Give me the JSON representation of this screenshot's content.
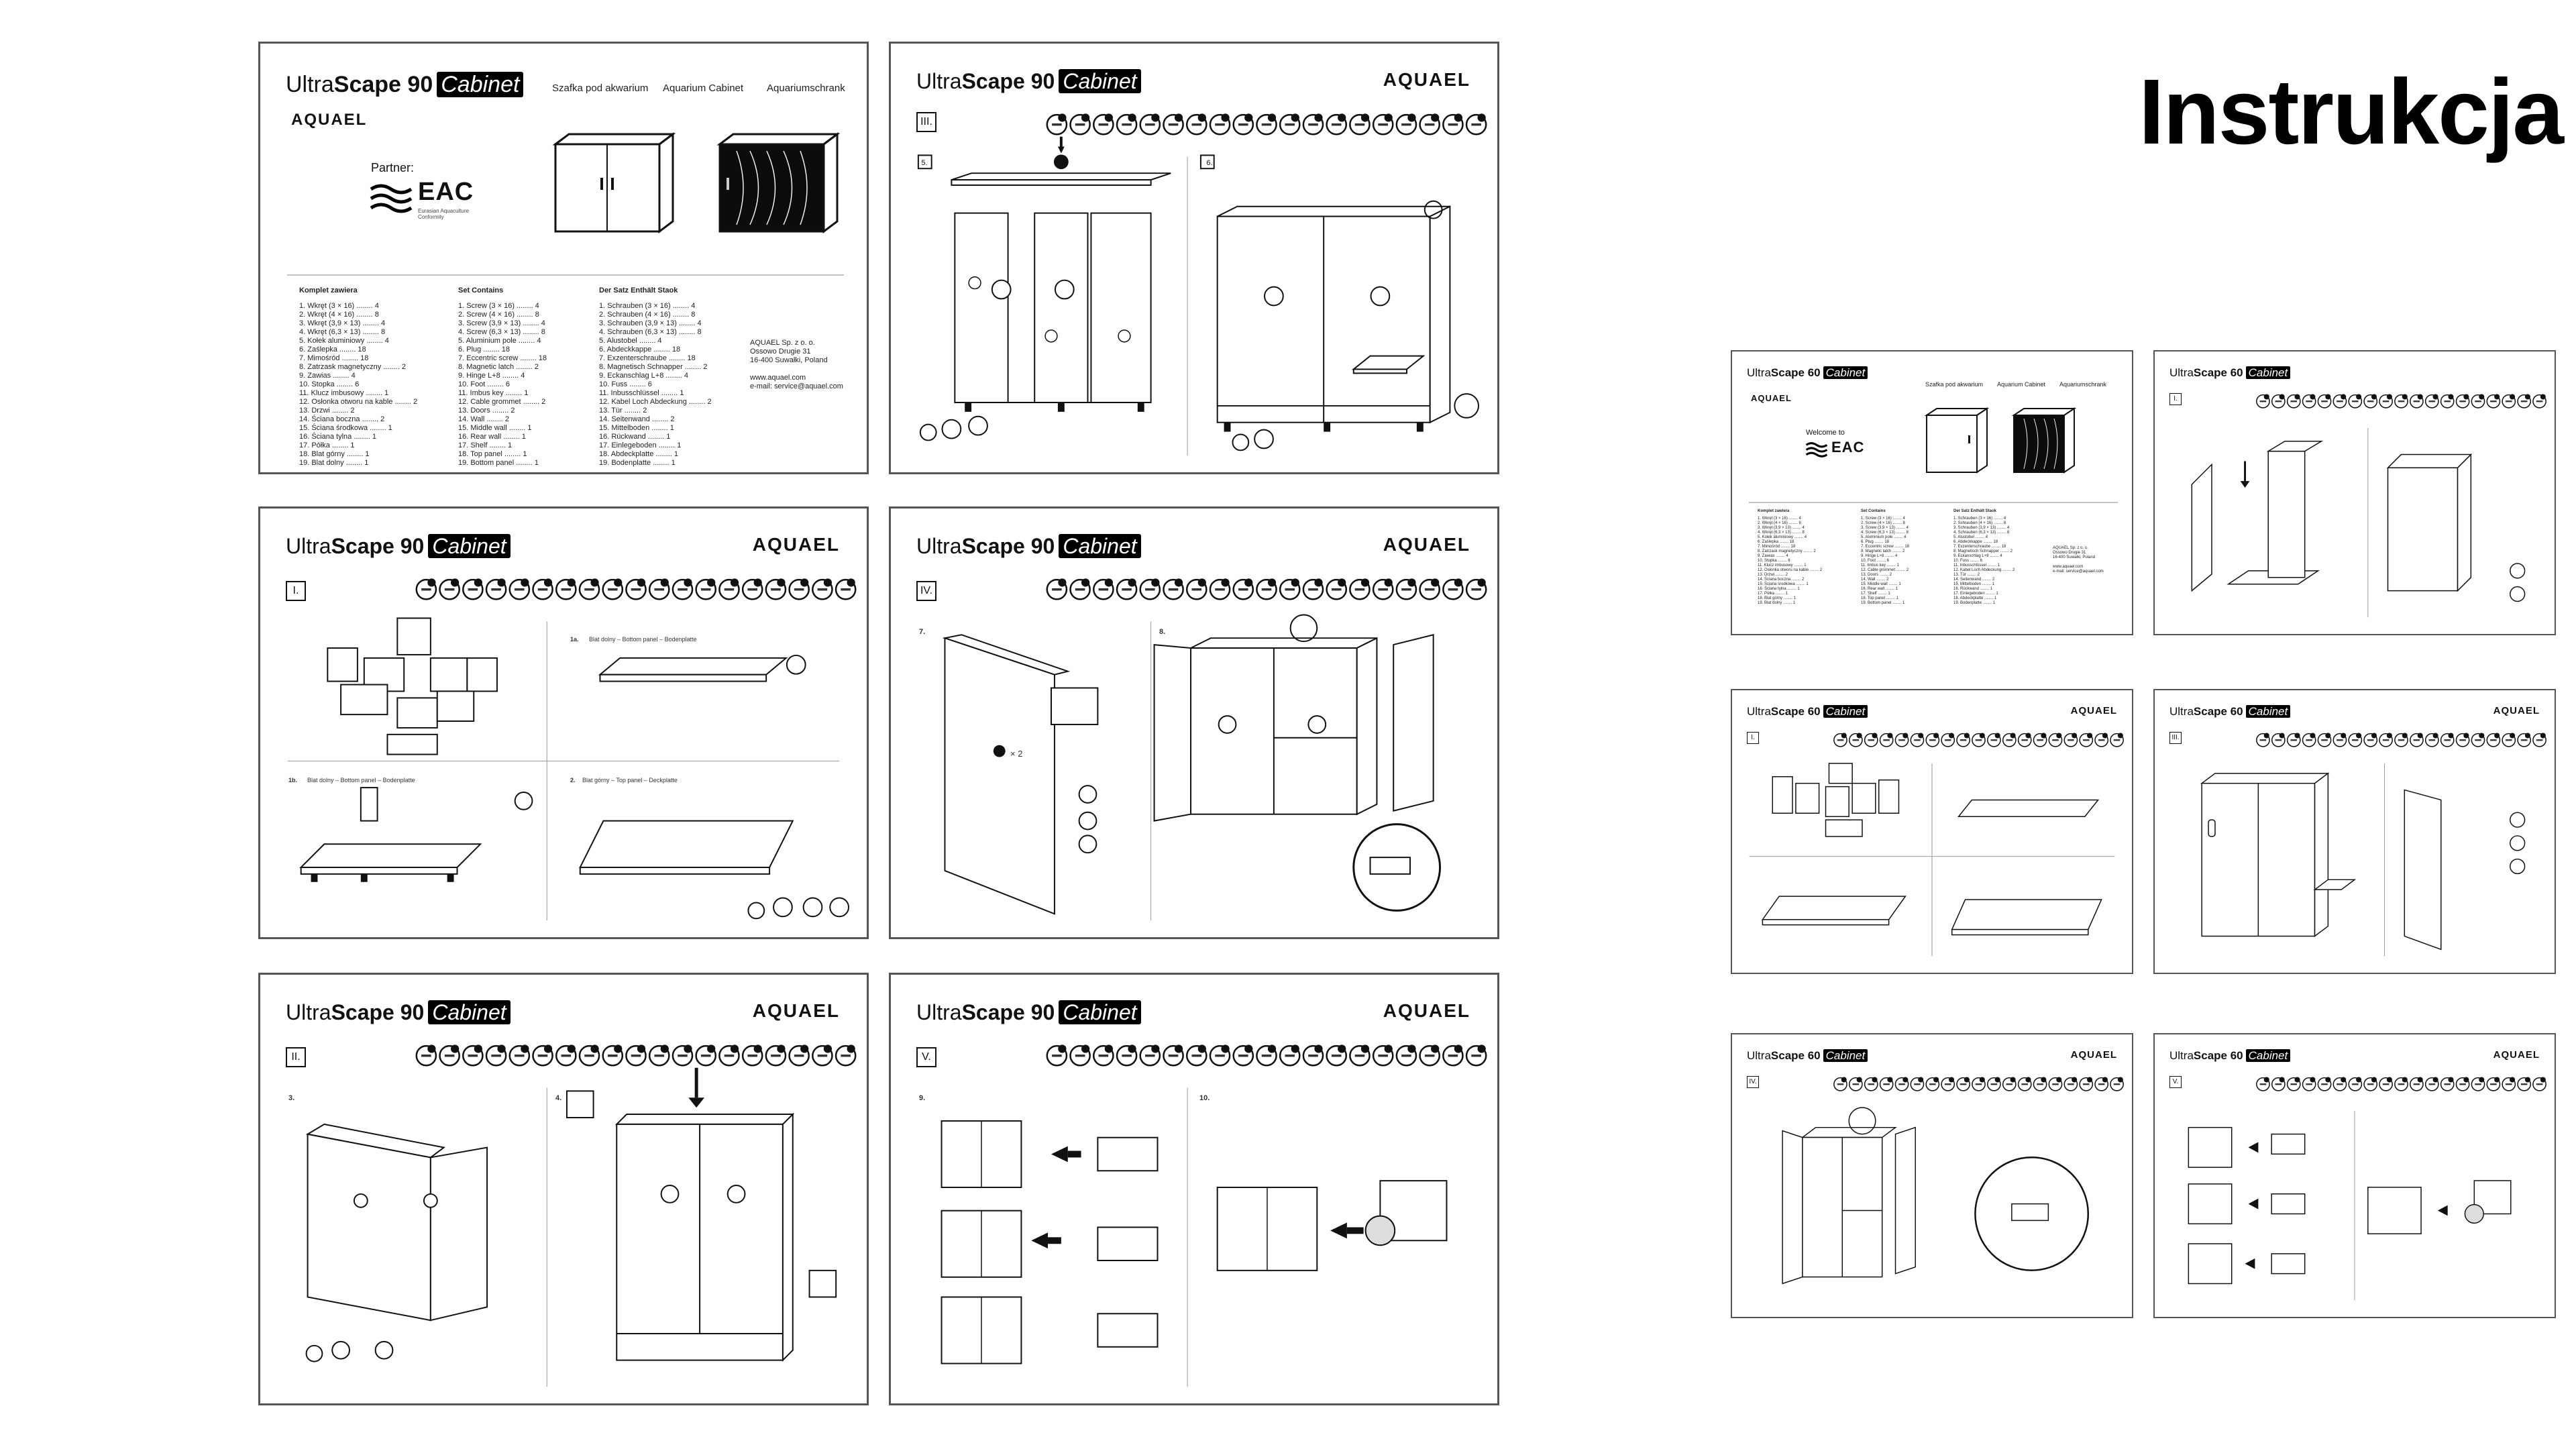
{
  "headline": "Instrukcja",
  "brand": "AQUAEL",
  "product_90": {
    "ultra": "Ultra",
    "scape": "Scape 90",
    "cabinet": "Cabinet"
  },
  "product_60": {
    "ultra": "Ultra",
    "scape": "Scape 60",
    "cabinet": "Cabinet"
  },
  "cover": {
    "sub_pl": "Szafka pod akwarium",
    "sub_en": "Aquarium Cabinet",
    "sub_de": "Aquariumschrank",
    "partner_label": "Partner:",
    "welcome_label": "Welcome to",
    "eac": "EAC",
    "eac_sub": "Eurasian Aquaculture Conformity",
    "address": [
      "AQUAEL Sp. z o. o.",
      "Ossowo Drugie 31",
      "16-400 Suwałki, Poland",
      "",
      "www.aquael.com",
      "e-mail: service@aquael.com"
    ],
    "lists": [
      {
        "title": "Komplet zawiera",
        "items": [
          "1. Wkręt (3 × 16) ........ 4",
          "2. Wkręt (4 × 16) ........ 8",
          "3. Wkręt (3,9 × 13) ........ 4",
          "4. Wkręt (6,3 × 13) ........ 8",
          "5. Kołek aluminiowy ........ 4",
          "6. Zaślepka ........ 18",
          "7. Mimośród ........ 18",
          "8. Zatrzask magnetyczny ........ 2",
          "9. Zawias ........ 4",
          "10. Stopka ........ 6",
          "11. Klucz imbusowy ........ 1",
          "12. Osłonka otworu na kable ........ 2",
          "13. Drzwi ........ 2",
          "14. Ściana boczna ........ 2",
          "15. Ściana środkowa ........ 1",
          "16. Ściana tylna ........ 1",
          "17. Półka ........ 1",
          "18. Blat górny ........ 1",
          "19. Blat dolny ........ 1"
        ]
      },
      {
        "title": "Set Contains",
        "items": [
          "1. Screw (3 × 16) ........ 4",
          "2. Screw (4 × 16) ........ 8",
          "3. Screw (3,9 × 13) ........ 4",
          "4. Screw (6,3 × 13) ........ 8",
          "5. Aluminium pole ........ 4",
          "6. Plug ........ 18",
          "7. Eccentric screw ........ 18",
          "8. Magnetic latch ........ 2",
          "9. Hinge L+8 ........ 4",
          "10. Foot ........ 6",
          "11. Imbus key ........ 1",
          "12. Cable grommet ........ 2",
          "13. Doors ........ 2",
          "14. Wall ........ 2",
          "15. Middle wall ........ 1",
          "16. Rear wall ........ 1",
          "17. Shelf ........ 1",
          "18. Top panel ........ 1",
          "19. Bottom panel ........ 1"
        ]
      },
      {
        "title": "Der Satz Enthält Staok",
        "items": [
          "1. Schrauben (3 × 16) ........ 4",
          "2. Schrauben (4 × 16) ........ 8",
          "3. Schrauben (3,9 × 13) ........ 4",
          "4. Schrauben (6,3 × 13) ........ 8",
          "5. Alustobel ........ 4",
          "6. Abdeckkappe ........ 18",
          "7. Exzenterschraube ........ 18",
          "8. Magnetisch Schnapper ........ 2",
          "9. Eckanschlag L+8 ........ 4",
          "10. Fuss ........ 6",
          "11. Inbusschlüssel ........ 1",
          "12. Kabel Loch Abdeckung ........ 2",
          "13. Tür ........ 2",
          "14. Seitenwand ........ 2",
          "15. Mittelboden ........ 1",
          "16. Rückwand ........ 1",
          "17. Einlegeboden ........ 1",
          "18. Abdeckplatte ........ 1",
          "19. Bodenplatte ........ 1"
        ]
      }
    ]
  },
  "steps": {
    "s1": "I.",
    "s2": "II.",
    "s3": "III.",
    "s4": "IV.",
    "s5": "V."
  },
  "substeps": {
    "p1_a": "1a.",
    "p1_b": "1b.",
    "p1_c": "2.",
    "p1_a_label": "Blat dolny – Bottom panel – Bodenplatte",
    "p1_b_label": "Blat dolny – Bottom panel – Bodenplatte",
    "p1_c_label": "Blat górny – Top panel – Deckplatte",
    "p2_a": "3.",
    "p2_b": "4.",
    "p3_a": "5.",
    "p3_b": "6.",
    "p4_a": "7.",
    "p4_b": "8.",
    "p4_x2": "× 2",
    "p5_a": "9.",
    "p5_b": "10."
  }
}
